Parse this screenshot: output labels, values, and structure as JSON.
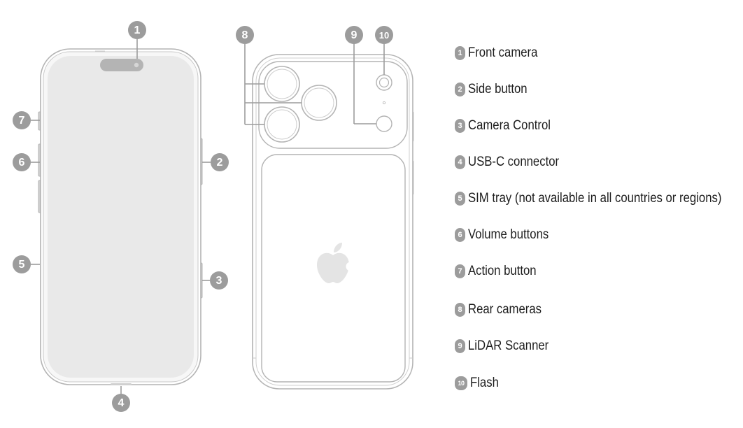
{
  "callouts": [
    {
      "num": "1"
    },
    {
      "num": "2"
    },
    {
      "num": "3"
    },
    {
      "num": "4"
    },
    {
      "num": "5"
    },
    {
      "num": "6"
    },
    {
      "num": "7"
    },
    {
      "num": "8"
    },
    {
      "num": "9"
    },
    {
      "num": "10"
    }
  ],
  "legend": [
    {
      "num": "1",
      "label": "Front camera"
    },
    {
      "num": "2",
      "label": "Side button"
    },
    {
      "num": "3",
      "label": "Camera Control"
    },
    {
      "num": "4",
      "label": "USB-C connector"
    },
    {
      "num": "5",
      "label": "SIM tray (not available in all countries or regions)"
    },
    {
      "num": "6",
      "label": "Volume buttons"
    },
    {
      "num": "7",
      "label": "Action button"
    },
    {
      "num": "8",
      "label": "Rear cameras"
    },
    {
      "num": "9",
      "label": "LiDAR Scanner"
    },
    {
      "num": "10",
      "label": "Flash"
    }
  ],
  "colors": {
    "badge": "#9c9c9c",
    "outline": "#b4b4b4",
    "screen": "#e9e9e9",
    "logo": "#e4e4e4",
    "text": "#1d1d1d"
  }
}
